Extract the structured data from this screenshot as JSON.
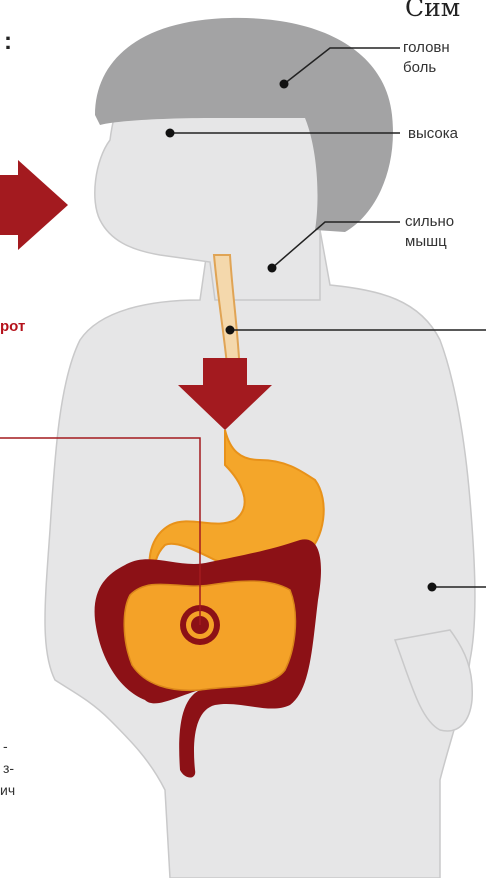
{
  "title": "Сим",
  "left_heading_fragment": ":",
  "left_red_fragment": "рот",
  "left_small_lines": [
    "-",
    "з-",
    "ич"
  ],
  "labels": {
    "headache_line1": "головн",
    "headache_line2": "боль",
    "fever": "высока",
    "neck_line1": "сильно",
    "neck_line2": "мышц"
  },
  "colors": {
    "body": "#e5e5e5",
    "hair": "#a2a2a3",
    "arrow": "#a31a1f",
    "stomach": "#f5a623",
    "intestine": "#f39c1e",
    "colon": "#8b1015",
    "esophagus": "#f4d7a8"
  }
}
